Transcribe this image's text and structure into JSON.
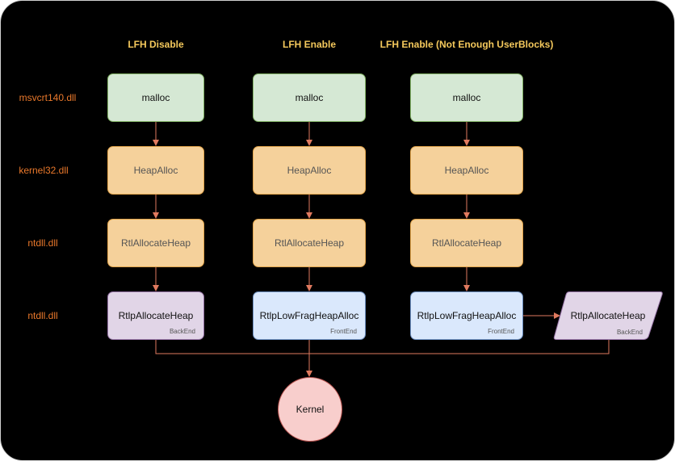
{
  "headers": [
    "LFH Disable",
    "LFH Enable",
    "LFH Enable (Not Enough UserBlocks)"
  ],
  "row_labels": [
    "msvcrt140.dll",
    "kernel32.dll",
    "ntdll.dll",
    "ntdll.dll"
  ],
  "columns": [
    {
      "malloc": "malloc",
      "heapalloc": "HeapAlloc",
      "rtlalloc": "RtlAllocateHeap",
      "bottom": "RtlpAllocateHeap",
      "bottom_sub": "BackEnd"
    },
    {
      "malloc": "malloc",
      "heapalloc": "HeapAlloc",
      "rtlalloc": "RtlAllocateHeap",
      "bottom": "RtlpLowFragHeapAlloc",
      "bottom_sub": "FrontEnd"
    },
    {
      "malloc": "malloc",
      "heapalloc": "HeapAlloc",
      "rtlalloc": "RtlAllocateHeap",
      "bottom": "RtlpLowFragHeapAlloc",
      "bottom_sub": "FrontEnd"
    }
  ],
  "fallback": {
    "label": "RtlpAllocateHeap",
    "sub": "BackEnd"
  },
  "kernel": "Kernel",
  "colors": {
    "background": "#000000",
    "header": "#f5c95c",
    "row_label": "#e9782b",
    "arrow": "#e07a5f",
    "green_fill": "#d5e8d4",
    "orange_fill": "#f5d19b",
    "purple_fill": "#e1d5e7",
    "blue_fill": "#dae8fc",
    "kernel_fill": "#f8cecc"
  }
}
